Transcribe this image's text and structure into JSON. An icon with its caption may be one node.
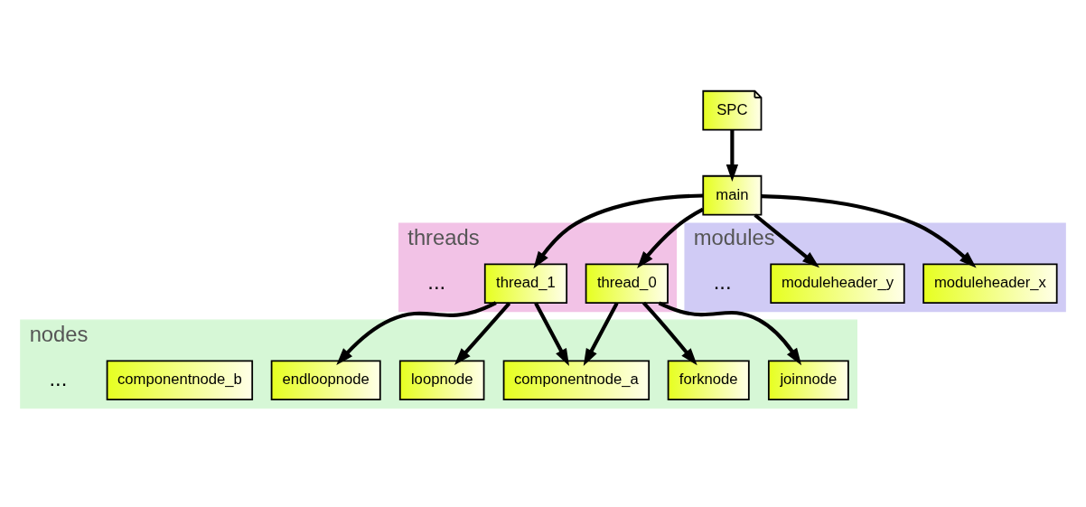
{
  "diagram": {
    "nodes": [
      {
        "text": [
          "SPC"
        ]
      },
      {
        "text": [
          "main"
        ]
      },
      {
        "text": [
          "threads"
        ]
      },
      {
        "text": [
          "thread_0"
        ],
        "in": 2
      },
      {
        "text": [
          "thread_1"
        ],
        "in": 2
      },
      {
        "text": [
          "modules"
        ]
      },
      {
        "text": [
          "moduleheader_x"
        ],
        "in": 5
      },
      {
        "text": [
          "moduleheader_y"
        ],
        "in": 5
      },
      {
        "text": [
          "nodes"
        ]
      },
      {
        "text": [
          "joinnode"
        ],
        "in": 8
      },
      {
        "text": [
          "forknode"
        ],
        "in": 8
      },
      {
        "text": [
          "componentnode_a"
        ],
        "in": 8
      },
      {
        "text": [
          "loopnode"
        ],
        "in": 8
      },
      {
        "text": [
          "endloopnode"
        ],
        "in": 8
      },
      {
        "text": [
          "componentnode_b"
        ],
        "in": 8
      }
    ],
    "edges": [
      {
        "from": 0,
        "to": 1,
        "arrow": "to"
      },
      {
        "from": 1,
        "to": 3,
        "arrow": "to"
      },
      {
        "from": 1,
        "to": 4,
        "arrow": "to"
      },
      {
        "from": 1,
        "to": 6,
        "arrow": "to"
      },
      {
        "from": 1,
        "to": 7,
        "arrow": "to"
      },
      {
        "from": 3,
        "to": 9,
        "arrow": "to"
      },
      {
        "from": 3,
        "to": 10,
        "arrow": "to"
      },
      {
        "from": 3,
        "to": 11,
        "arrow": "to"
      },
      {
        "from": 4,
        "to": 11,
        "arrow": "to"
      },
      {
        "from": 4,
        "to": 12,
        "arrow": "to"
      },
      {
        "from": 4,
        "to": 13,
        "arrow": "to"
      }
    ],
    "labels": [
      "...",
      "...",
      "..."
    ]
  }
}
